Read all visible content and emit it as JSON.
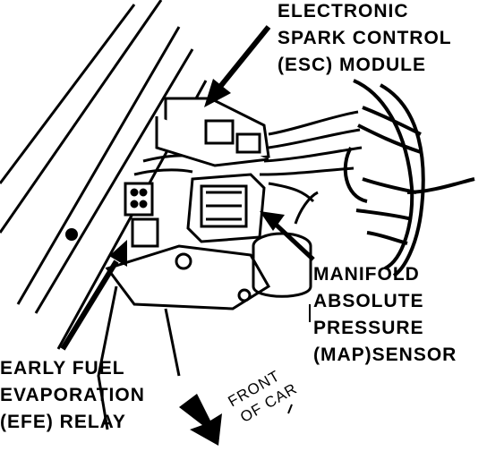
{
  "labels": {
    "esc": [
      "ELECTRONIC",
      "SPARK CONTROL",
      "(ESC) MODULE"
    ],
    "map": [
      "MANIFOLD",
      "ABSOLUTE",
      "PRESSURE",
      "(MAP)SENSOR"
    ],
    "efe": [
      "EARLY FUEL",
      "EVAPORATION",
      "(EFE) RELAY"
    ],
    "front": [
      "FRONT",
      "OF CAR"
    ]
  },
  "colors": {
    "ink": "#000000",
    "paper": "#ffffff"
  }
}
